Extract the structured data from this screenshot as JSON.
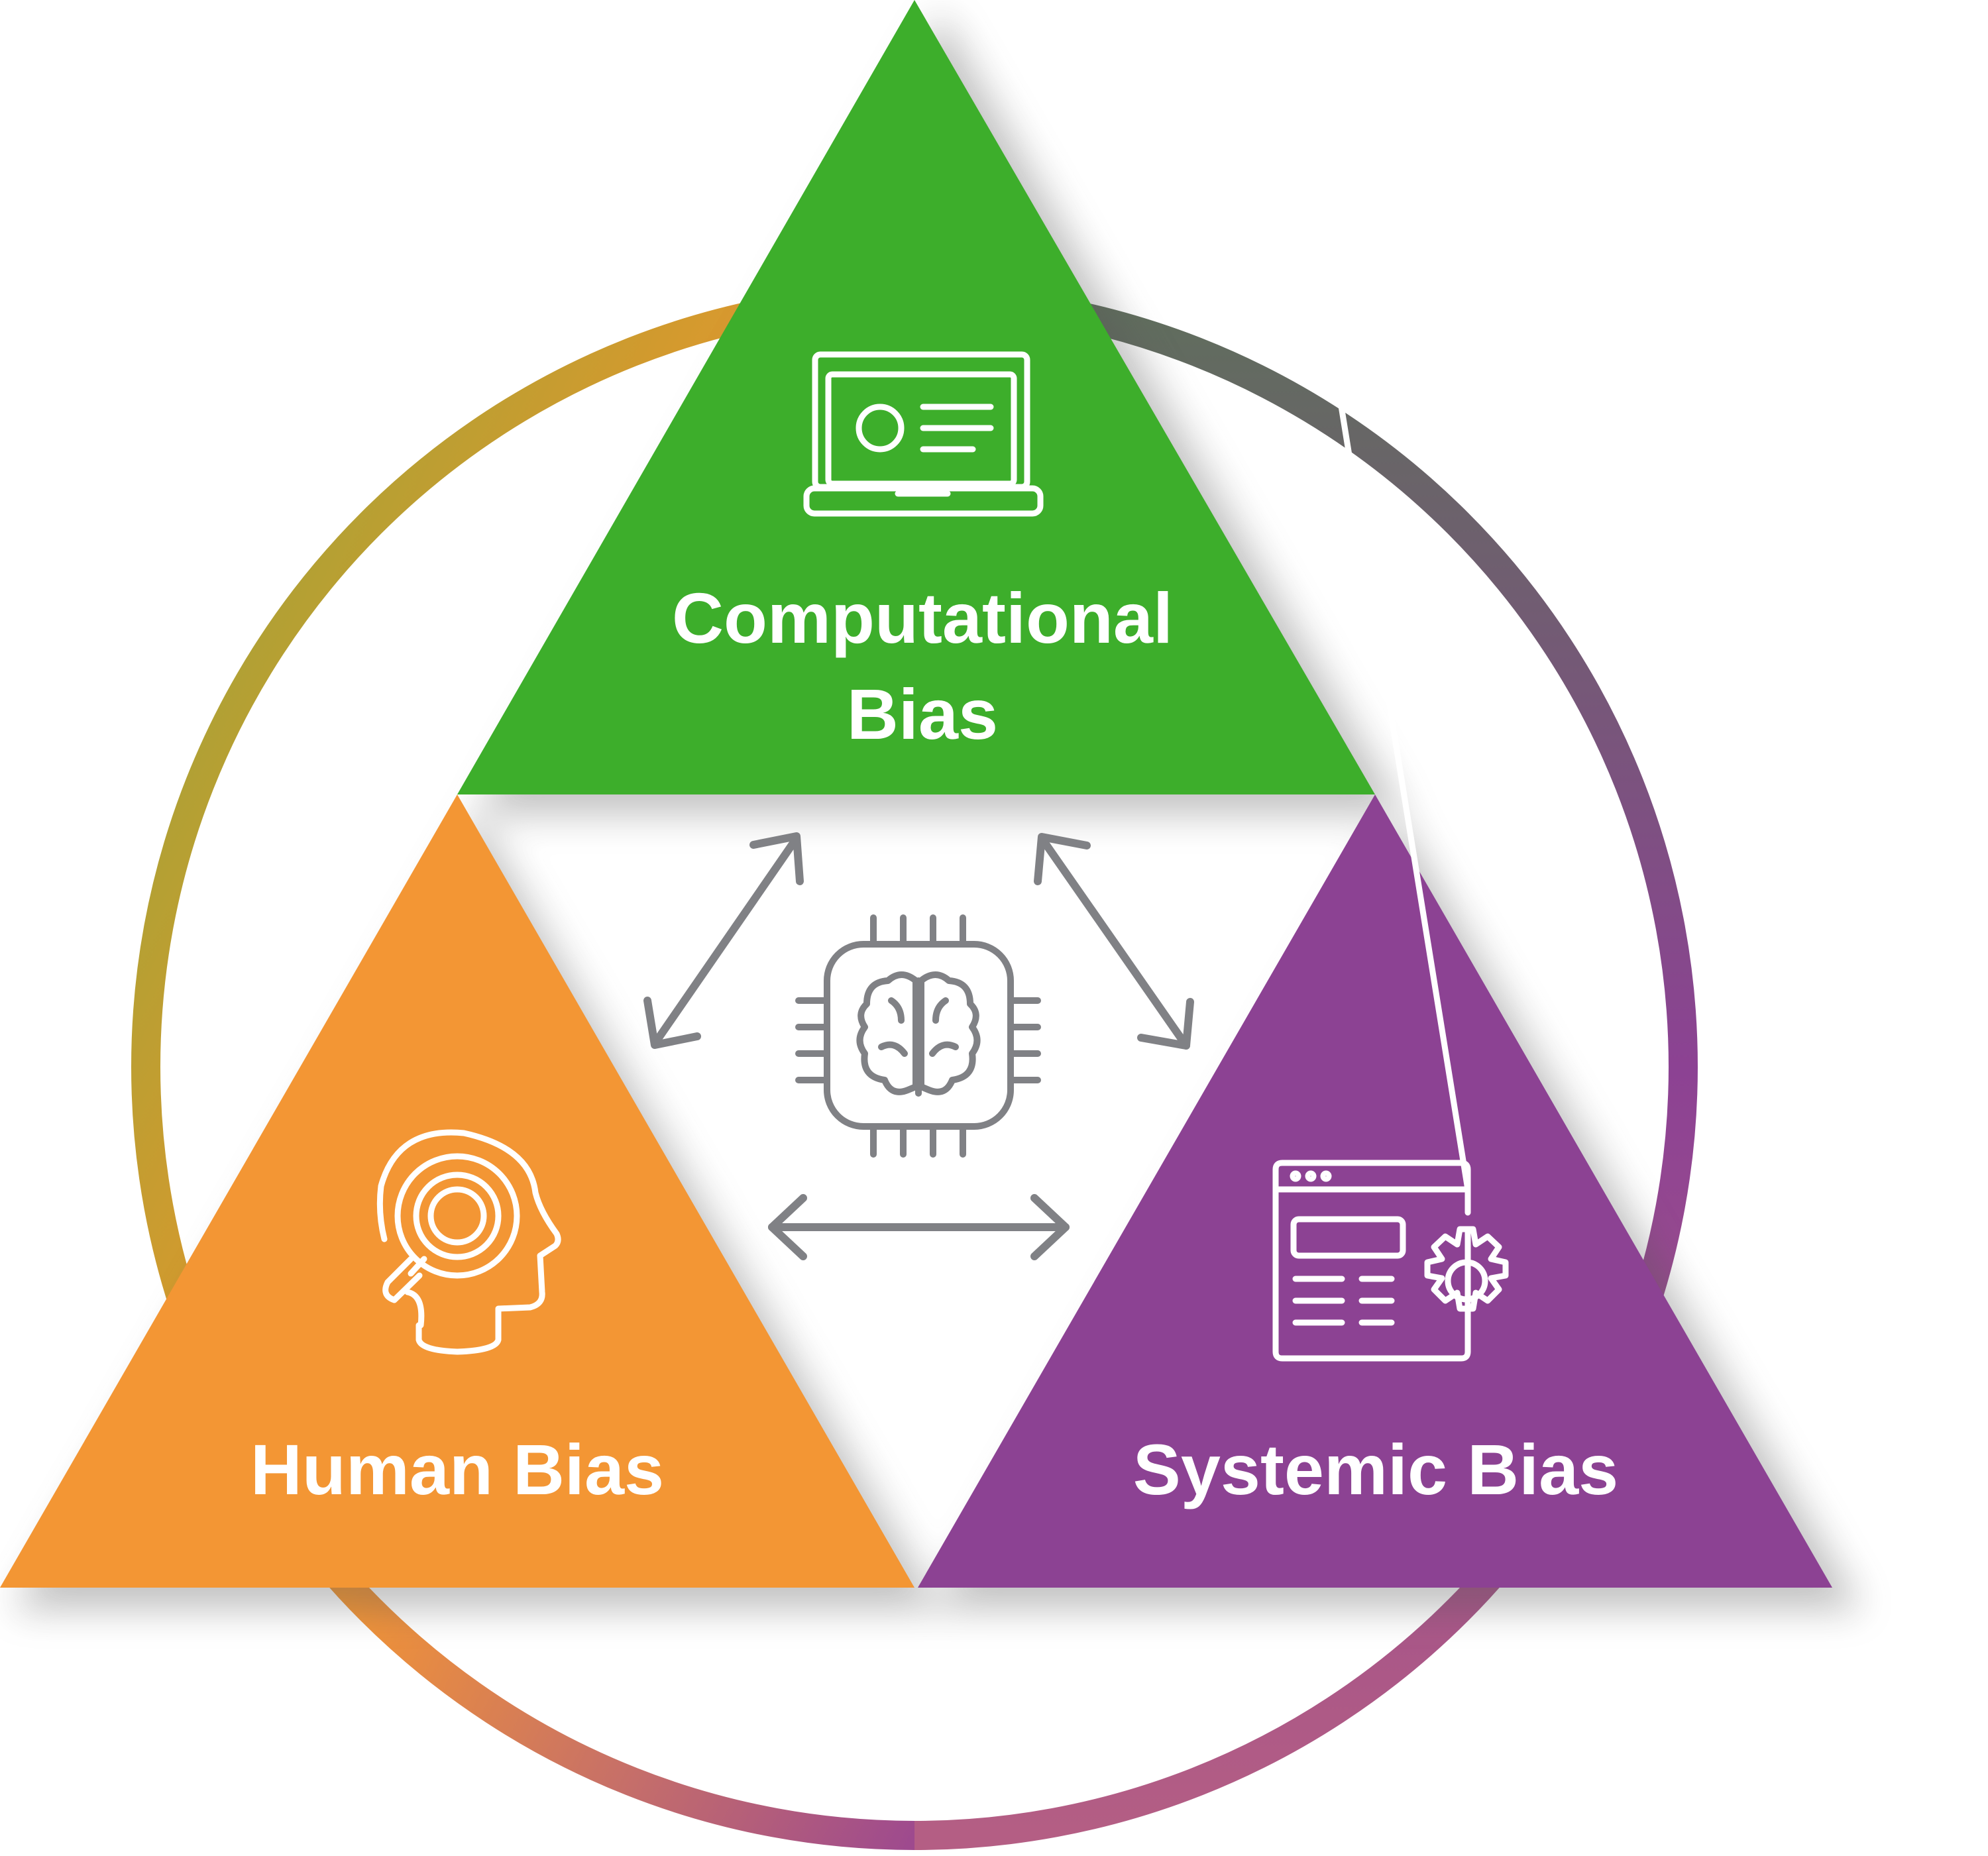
{
  "nodes": [
    {
      "id": "computational",
      "label_line1": "Computational",
      "label_line2": "Bias",
      "color": "#3DAE2B",
      "icon": "laptop-icon"
    },
    {
      "id": "human",
      "label": "Human Bias",
      "color": "#F39634",
      "icon": "head-magnifier-icon"
    },
    {
      "id": "systemic",
      "label": "Systemic Bias",
      "color": "#8C4293",
      "icon": "browser-gear-icon"
    }
  ],
  "center": {
    "icon": "brain-chip-icon",
    "color": "#808185"
  },
  "ring": {
    "colors": [
      "#8FA83A",
      "#5F6E5C",
      "#8C4293",
      "#C56E6A",
      "#F39634"
    ]
  },
  "connectors": [
    "computational-human",
    "computational-systemic",
    "human-systemic"
  ]
}
